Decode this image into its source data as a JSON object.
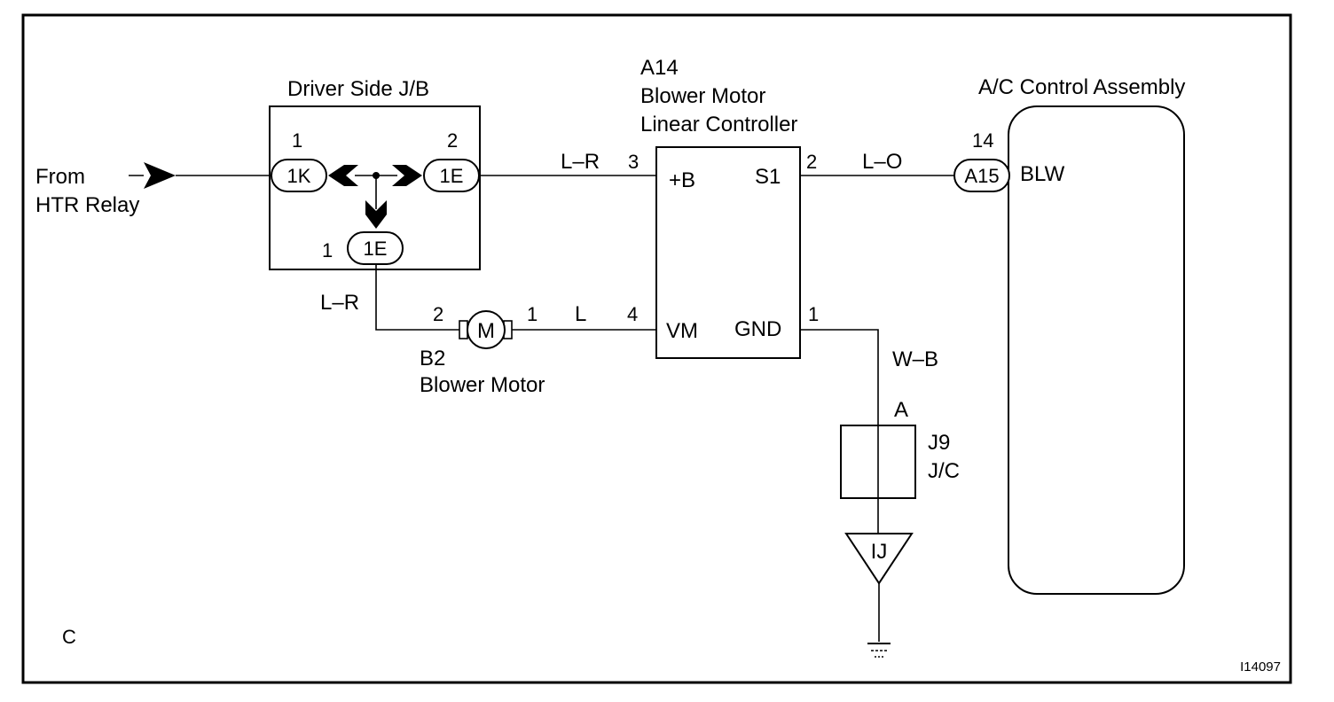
{
  "section_letter": "C",
  "figure_id": "I14097",
  "source": {
    "line1": "From",
    "line2": "HTR Relay"
  },
  "junction_block": {
    "title": "Driver Side J/B",
    "left_connector": {
      "pin": "1",
      "code": "1K"
    },
    "right_connector": {
      "pin": "2",
      "code": "1E"
    },
    "bottom_connector": {
      "pin": "1",
      "code": "1E"
    }
  },
  "controller": {
    "code": "A14",
    "name_line1": "Blower Motor",
    "name_line2": "Linear Controller",
    "terminals": {
      "b_plus": "+B",
      "s1": "S1",
      "vm": "VM",
      "gnd": "GND"
    },
    "pins": {
      "b_plus": "3",
      "s1": "2",
      "vm": "4",
      "gnd": "1"
    }
  },
  "ac_control": {
    "title": "A/C Control Assembly",
    "connector_pin": "14",
    "connector_code": "A15",
    "terminal": "BLW"
  },
  "blower_motor": {
    "code": "B2",
    "name": "Blower Motor",
    "symbol": "M",
    "pin_left": "2",
    "pin_right": "1"
  },
  "junction_connector": {
    "code": "J9",
    "type": "J/C",
    "pin": "A"
  },
  "ground_point": "IJ",
  "wires": {
    "jb_to_controller": "L–R",
    "controller_to_ac": "L–O",
    "jb_to_motor": "L–R",
    "motor_to_controller": "L",
    "ground": "W–B"
  },
  "icons": [
    "arrow-right-icon",
    "ground-icon",
    "motor-icon"
  ]
}
